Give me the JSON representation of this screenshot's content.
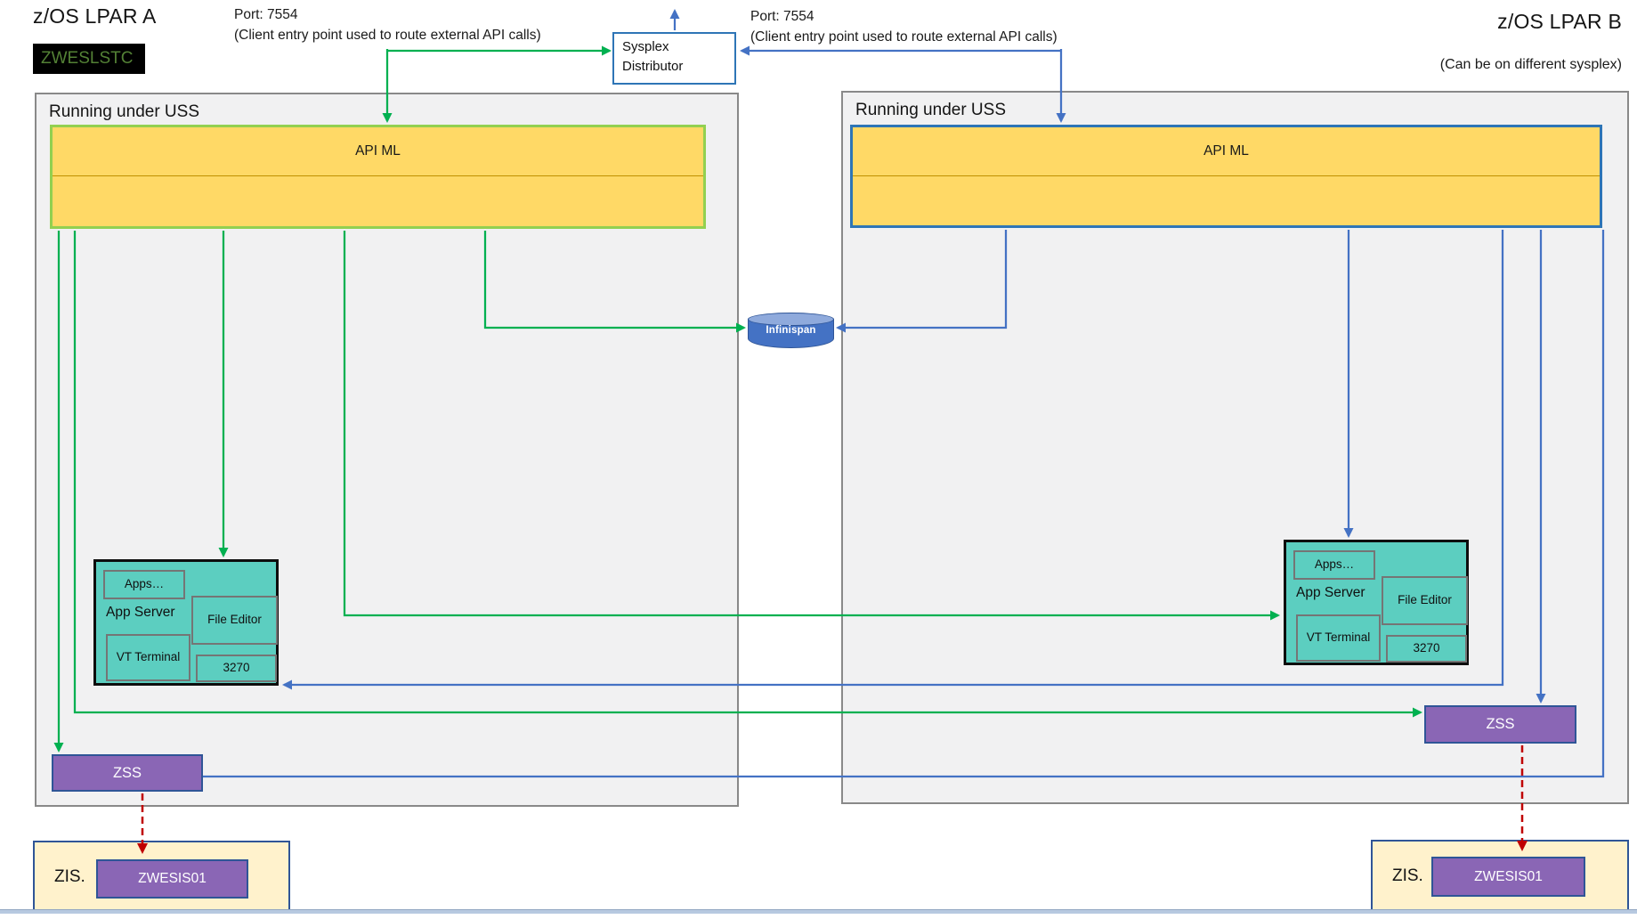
{
  "colors": {
    "green": "#00B050",
    "blue": "#4472C4",
    "red": "#C00000",
    "yellow": "#FFD966",
    "yellow_green_border": "#92D050",
    "blue_border": "#2E75B6",
    "dark_blue_border": "#2F5597",
    "teal": "#5CCEC0",
    "purple": "#8A66B5",
    "cream": "#FFF2CC",
    "gray_panel": "#F1F1F2",
    "gray_border": "#898989",
    "badge_bg": "#000000",
    "badge_text": "#538135"
  },
  "lpar_a": {
    "title": "z/OS LPAR A",
    "badge": "ZWESLSTC",
    "port_label": "Port: 7554",
    "port_note": "(Client entry point used to route external API calls)",
    "uss_label": "Running under USS",
    "apiml_label": "API ML",
    "app_server": {
      "label": "App Server",
      "apps": "Apps…",
      "file_editor": "File Editor",
      "vt_terminal": "VT Terminal",
      "terminal_3270": "3270"
    },
    "zss_label": "ZSS",
    "zis_label": "ZIS.",
    "zis_stc": "ZWESIS01"
  },
  "lpar_b": {
    "title": "z/OS LPAR B",
    "subtitle": "(Can be on different sysplex)",
    "port_label": "Port: 7554",
    "port_note": "(Client entry point used to route external API calls)",
    "uss_label": "Running under USS",
    "apiml_label": "API ML",
    "app_server": {
      "label": "App Server",
      "apps": "Apps…",
      "file_editor": "File Editor",
      "vt_terminal": "VT Terminal",
      "terminal_3270": "3270"
    },
    "zss_label": "ZSS",
    "zis_label": "ZIS.",
    "zis_stc": "ZWESIS01"
  },
  "center": {
    "sysplex_distributor": "Sysplex Distributor",
    "infinispan": "Infinispan"
  }
}
